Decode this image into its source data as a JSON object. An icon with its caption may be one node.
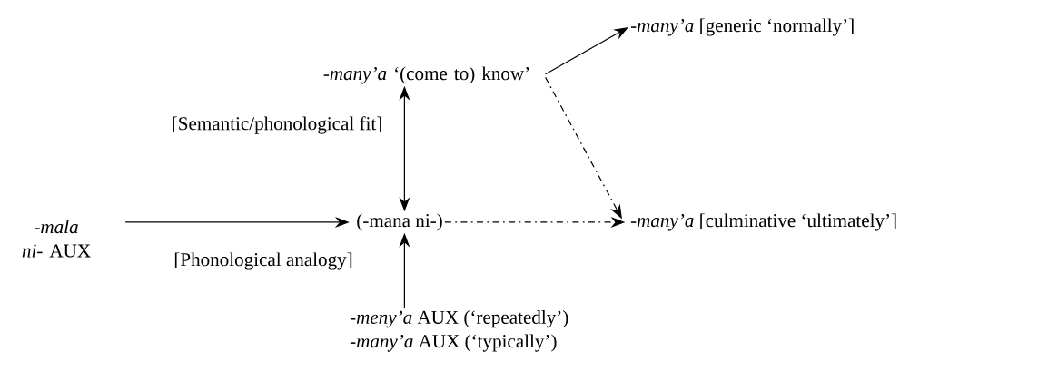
{
  "diagram": {
    "nodes": [
      {
        "text": [
          "-*many’a* ‘(come to) know’"
        ]
      },
      {
        "text": [
          "-*many’a* [generic ‘normally’]"
        ]
      },
      {
        "text": [
          "*-mala ni-* AUX"
        ]
      },
      {
        "text": [
          "(-mana ni-)"
        ]
      },
      {
        "text": [
          "-*many’a* [culminative ‘ultimately’]"
        ]
      },
      {
        "text": [
          "-*meny’a*  AUX (‘repeatedly’)",
          "-*many’a*  AUX (‘typically’)"
        ]
      }
    ],
    "edges": [
      {
        "from": 0,
        "to": 1,
        "arrow": "to"
      },
      {
        "from": 0,
        "to": 3,
        "arrow": "both"
      },
      {
        "from": 0,
        "to": 4,
        "arrow": "to",
        "style": "dashed"
      },
      {
        "from": 2,
        "to": 3,
        "arrow": "to"
      },
      {
        "from": 3,
        "to": 4,
        "arrow": "to",
        "style": "dashed"
      },
      {
        "from": 5,
        "to": 3,
        "arrow": "to"
      }
    ],
    "labels": [
      "[Semantic/phonological fit]",
      "[Phonological analogy]"
    ]
  }
}
